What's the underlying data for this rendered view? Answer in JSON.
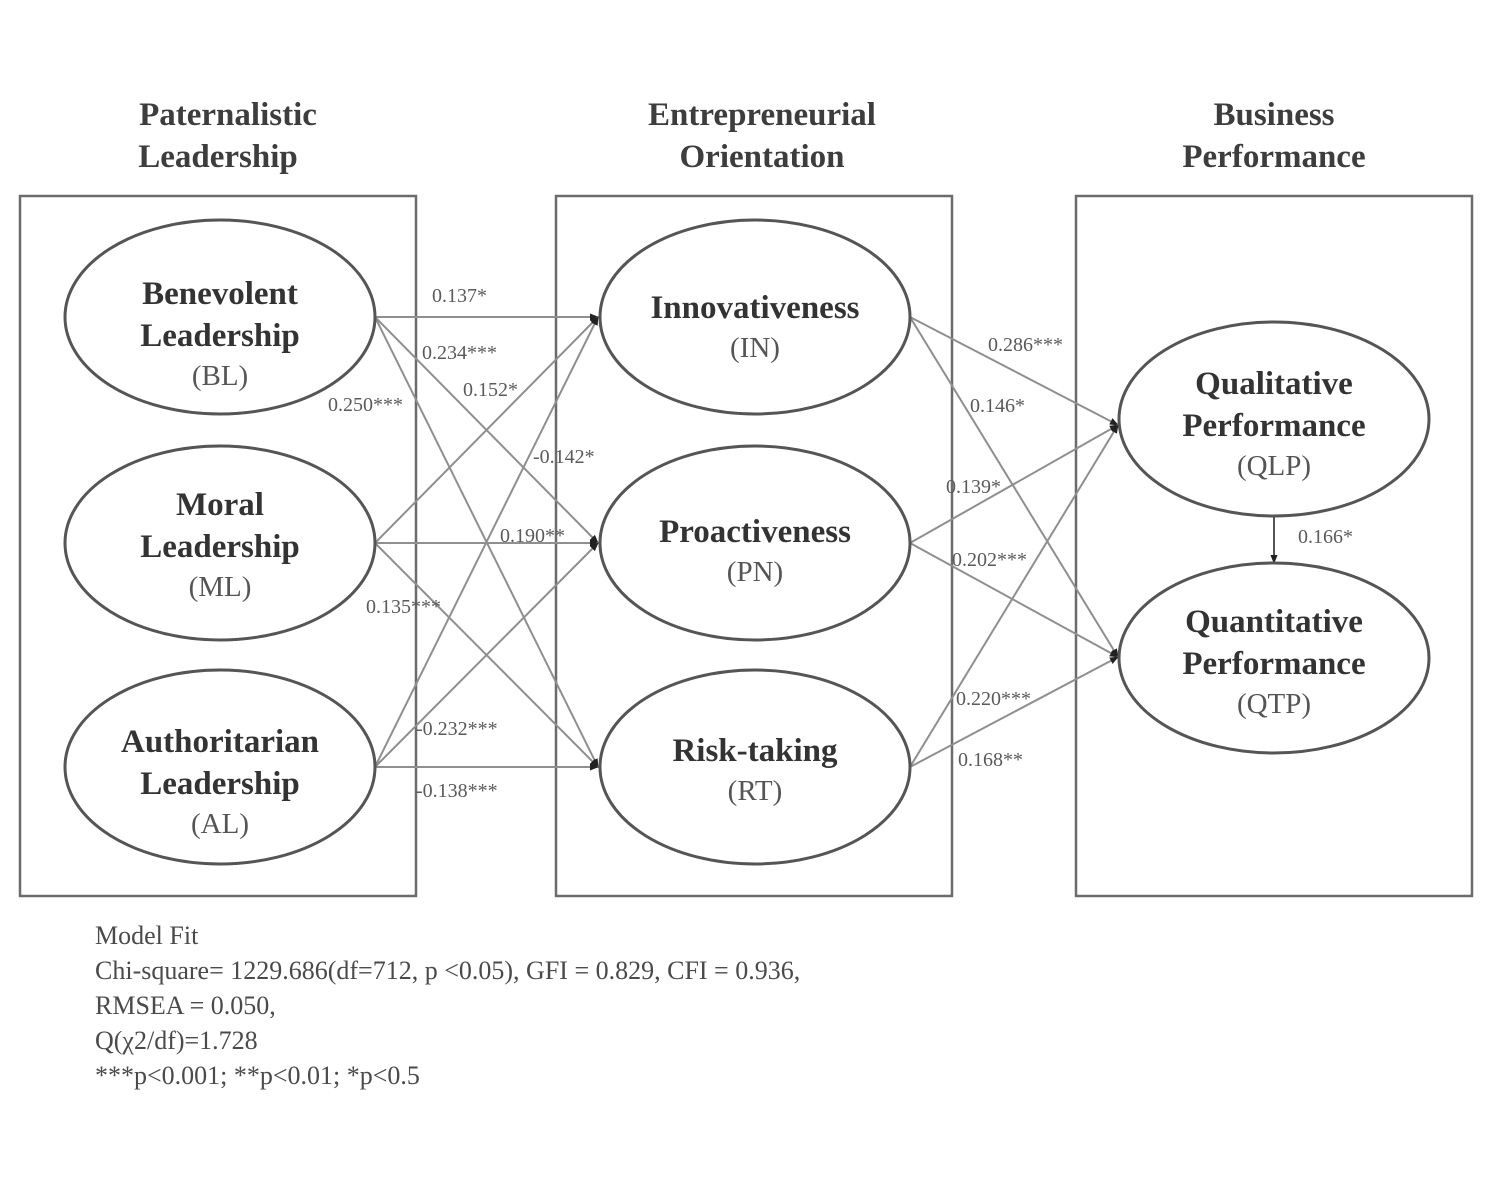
{
  "groups": {
    "paternalistic": {
      "line1": "Paternalistic",
      "line2": "Leadership"
    },
    "entrepreneurial": {
      "line1": "Entrepreneurial",
      "line2": "Orientation"
    },
    "business": {
      "line1": "Business",
      "line2": "Performance"
    }
  },
  "nodes": {
    "bl": {
      "line1": "Benevolent",
      "line2": "Leadership",
      "abbr": "(BL)"
    },
    "ml": {
      "line1": "Moral",
      "line2": "Leadership",
      "abbr": "(ML)"
    },
    "al": {
      "line1": "Authoritarian",
      "line2": "Leadership",
      "abbr": "(AL)"
    },
    "in": {
      "line1": "Innovativeness",
      "abbr": "(IN)"
    },
    "pn": {
      "line1": "Proactiveness",
      "abbr": "(PN)"
    },
    "rt": {
      "line1": "Risk-taking",
      "abbr": "(RT)"
    },
    "qlp": {
      "line1": "Qualitative",
      "line2": "Performance",
      "abbr": "(QLP)"
    },
    "qtp": {
      "line1": "Quantitative",
      "line2": "Performance",
      "abbr": "(QTP)"
    }
  },
  "edges": {
    "bl_in": "0.137*",
    "bl_pn": "0.234***",
    "bl_rt": "0.152*",
    "ml_in": "0.250***",
    "al_in": "-0.142*",
    "ml_pn": "0.190**",
    "ml_rt": "0.135***",
    "al_pn": "-0.232***",
    "al_rt": "-0.138***",
    "in_qlp": "0.286***",
    "in_qtp": "0.146*",
    "pn_qlp": "0.139*",
    "pn_qtp": "0.202***",
    "rt_qlp": "0.220***",
    "rt_qtp": "0.168**",
    "qlp_qtp": "0.166*"
  },
  "model_fit": {
    "title": "Model Fit",
    "line1": "Chi-square= 1229.686(df=712, p <0.05), GFI = 0.829, CFI = 0.936,",
    "line2": "RMSEA = 0.050,",
    "line3": "Q(χ2/df)=1.728",
    "line4": "***p<0.001; **p<0.01; *p<0.5"
  }
}
